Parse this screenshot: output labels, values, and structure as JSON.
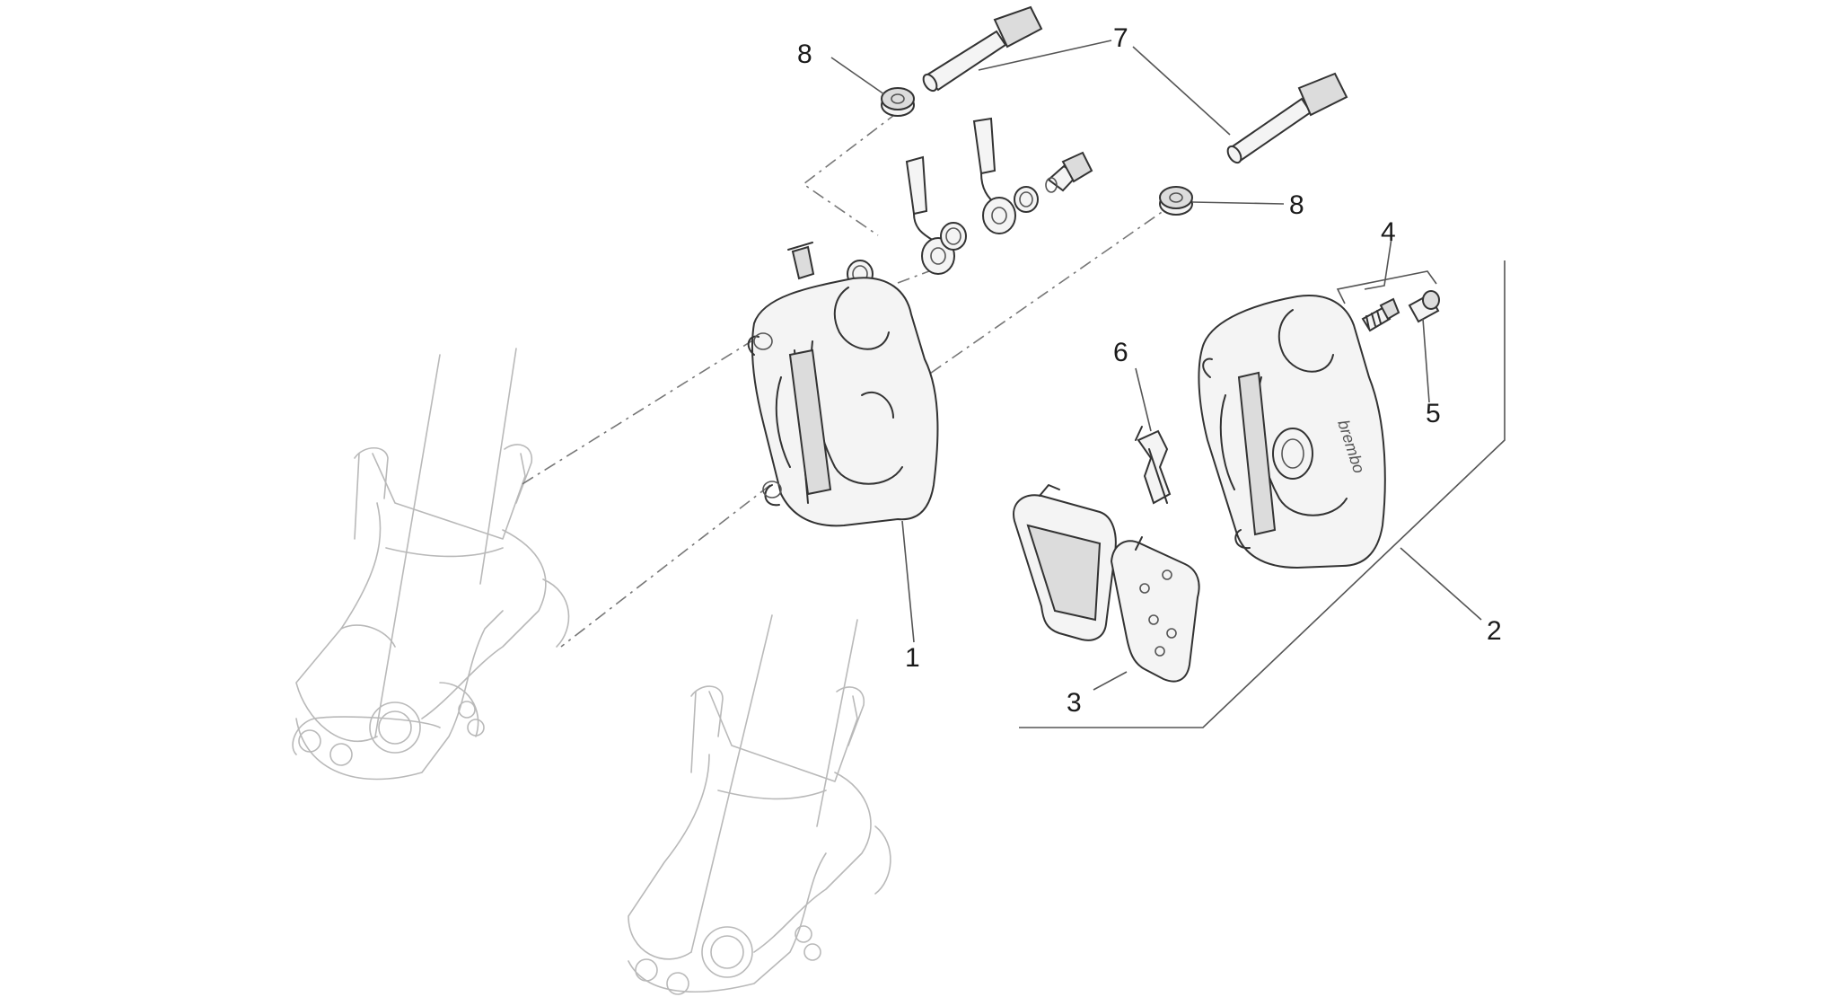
{
  "callouts": {
    "c1": "1",
    "c2": "2",
    "c3": "3",
    "c4": "4",
    "c5": "5",
    "c6": "6",
    "c7": "7",
    "c8a": "8",
    "c8b": "8"
  },
  "caliper_logo": "brembo",
  "colors": {
    "line": "#333333",
    "faint_line": "#b9b9b9",
    "background": "#ffffff"
  }
}
